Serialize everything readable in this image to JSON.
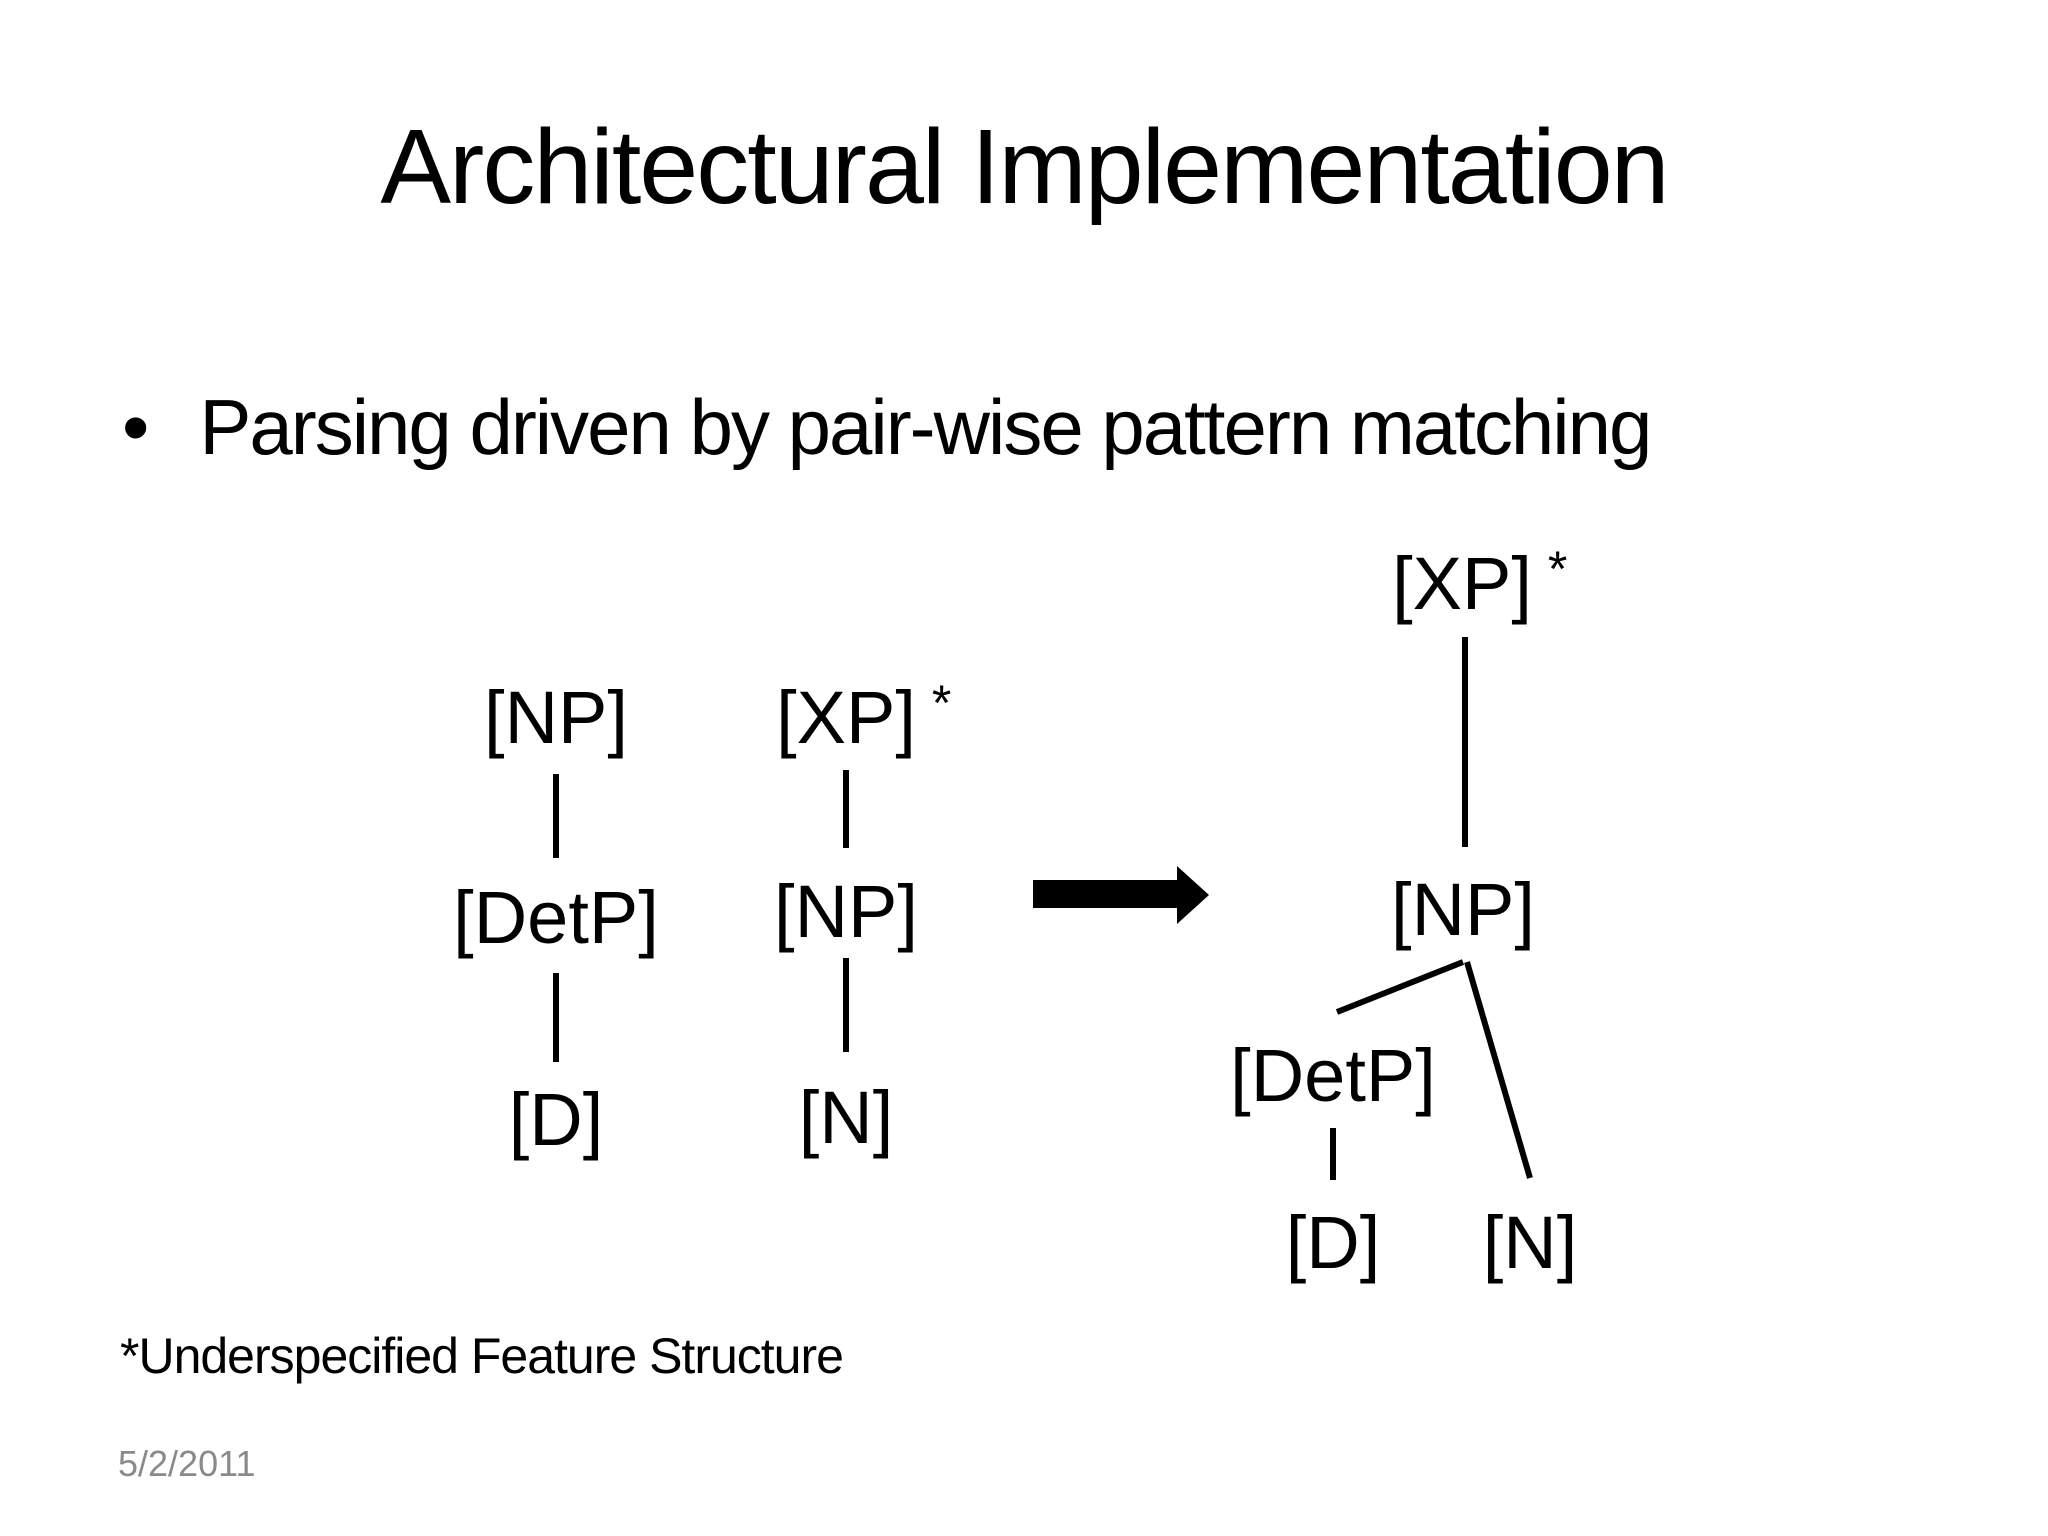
{
  "slide": {
    "title": "Architectural Implementation",
    "bullet_marker": "•",
    "bullet_text": "Parsing driven by pair-wise pattern matching",
    "footnote": "*Underspecified Feature Structure",
    "date": "5/2/2011"
  },
  "diagram": {
    "pattern_trees": [
      {
        "root": "[NP]",
        "mid": "[DetP]",
        "leaf": "[D]",
        "superscript": ""
      },
      {
        "root": "[XP]",
        "mid": "[NP]",
        "leaf": "[N]",
        "superscript": "*"
      }
    ],
    "result_tree": {
      "root": "[XP]",
      "root_superscript": "*",
      "mid": "[NP]",
      "left_child": "[DetP]",
      "left_leaf": "[D]",
      "right_leaf": "[N]"
    },
    "arrow_icon": "right-block-arrow"
  },
  "colors": {
    "text": "#000000",
    "date_text": "#8a8a8a",
    "background": "#ffffff"
  }
}
